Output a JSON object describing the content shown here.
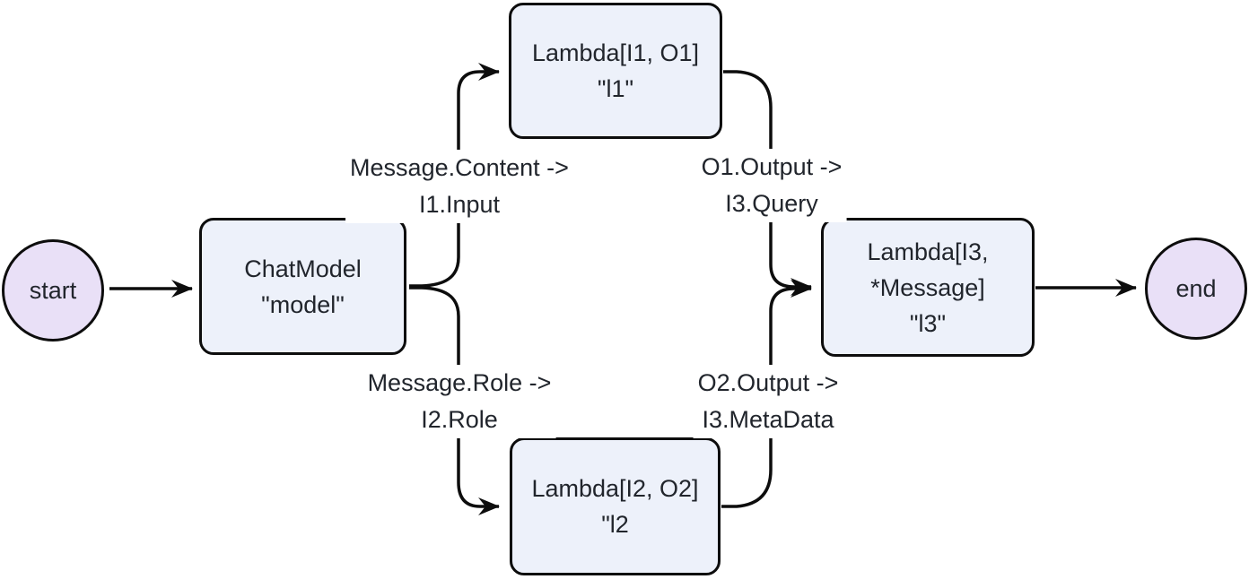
{
  "diagram": {
    "type": "flowchart",
    "direction": "left-to-right",
    "colors": {
      "background": "#ffffff",
      "rect_node_fill": "#edf1fa",
      "terminal_node_fill": "#e9e0f7",
      "stroke": "#0d0d0d",
      "text": "#21252c"
    },
    "nodes": {
      "start": {
        "shape": "circle",
        "label": "start"
      },
      "model": {
        "shape": "rounded-rect",
        "label_lines": [
          "ChatModel",
          "\"model\""
        ]
      },
      "l1": {
        "shape": "rounded-rect",
        "label_lines": [
          "Lambda[I1, O1]",
          "\"l1\""
        ]
      },
      "l2": {
        "shape": "rounded-rect",
        "label_lines": [
          "Lambda[I2, O2]",
          "\"l2"
        ]
      },
      "l3": {
        "shape": "rounded-rect",
        "label_lines": [
          "Lambda[I3,",
          "*Message]",
          "\"l3\""
        ]
      },
      "end": {
        "shape": "circle",
        "label": "end"
      }
    },
    "edges": {
      "start_to_model": {
        "from": "start",
        "to": "model"
      },
      "model_to_l1": {
        "from": "model",
        "to": "l1",
        "label_lines": [
          "Message.Content ->",
          "I1.Input"
        ]
      },
      "model_to_l2": {
        "from": "model",
        "to": "l2",
        "label_lines": [
          "Message.Role ->",
          "I2.Role"
        ]
      },
      "l1_to_l3": {
        "from": "l1",
        "to": "l3",
        "label_lines": [
          "O1.Output ->",
          "I3.Query"
        ]
      },
      "l2_to_l3": {
        "from": "l2",
        "to": "l3",
        "label_lines": [
          "O2.Output ->",
          "I3.MetaData"
        ]
      },
      "l3_to_end": {
        "from": "l3",
        "to": "end"
      }
    }
  }
}
